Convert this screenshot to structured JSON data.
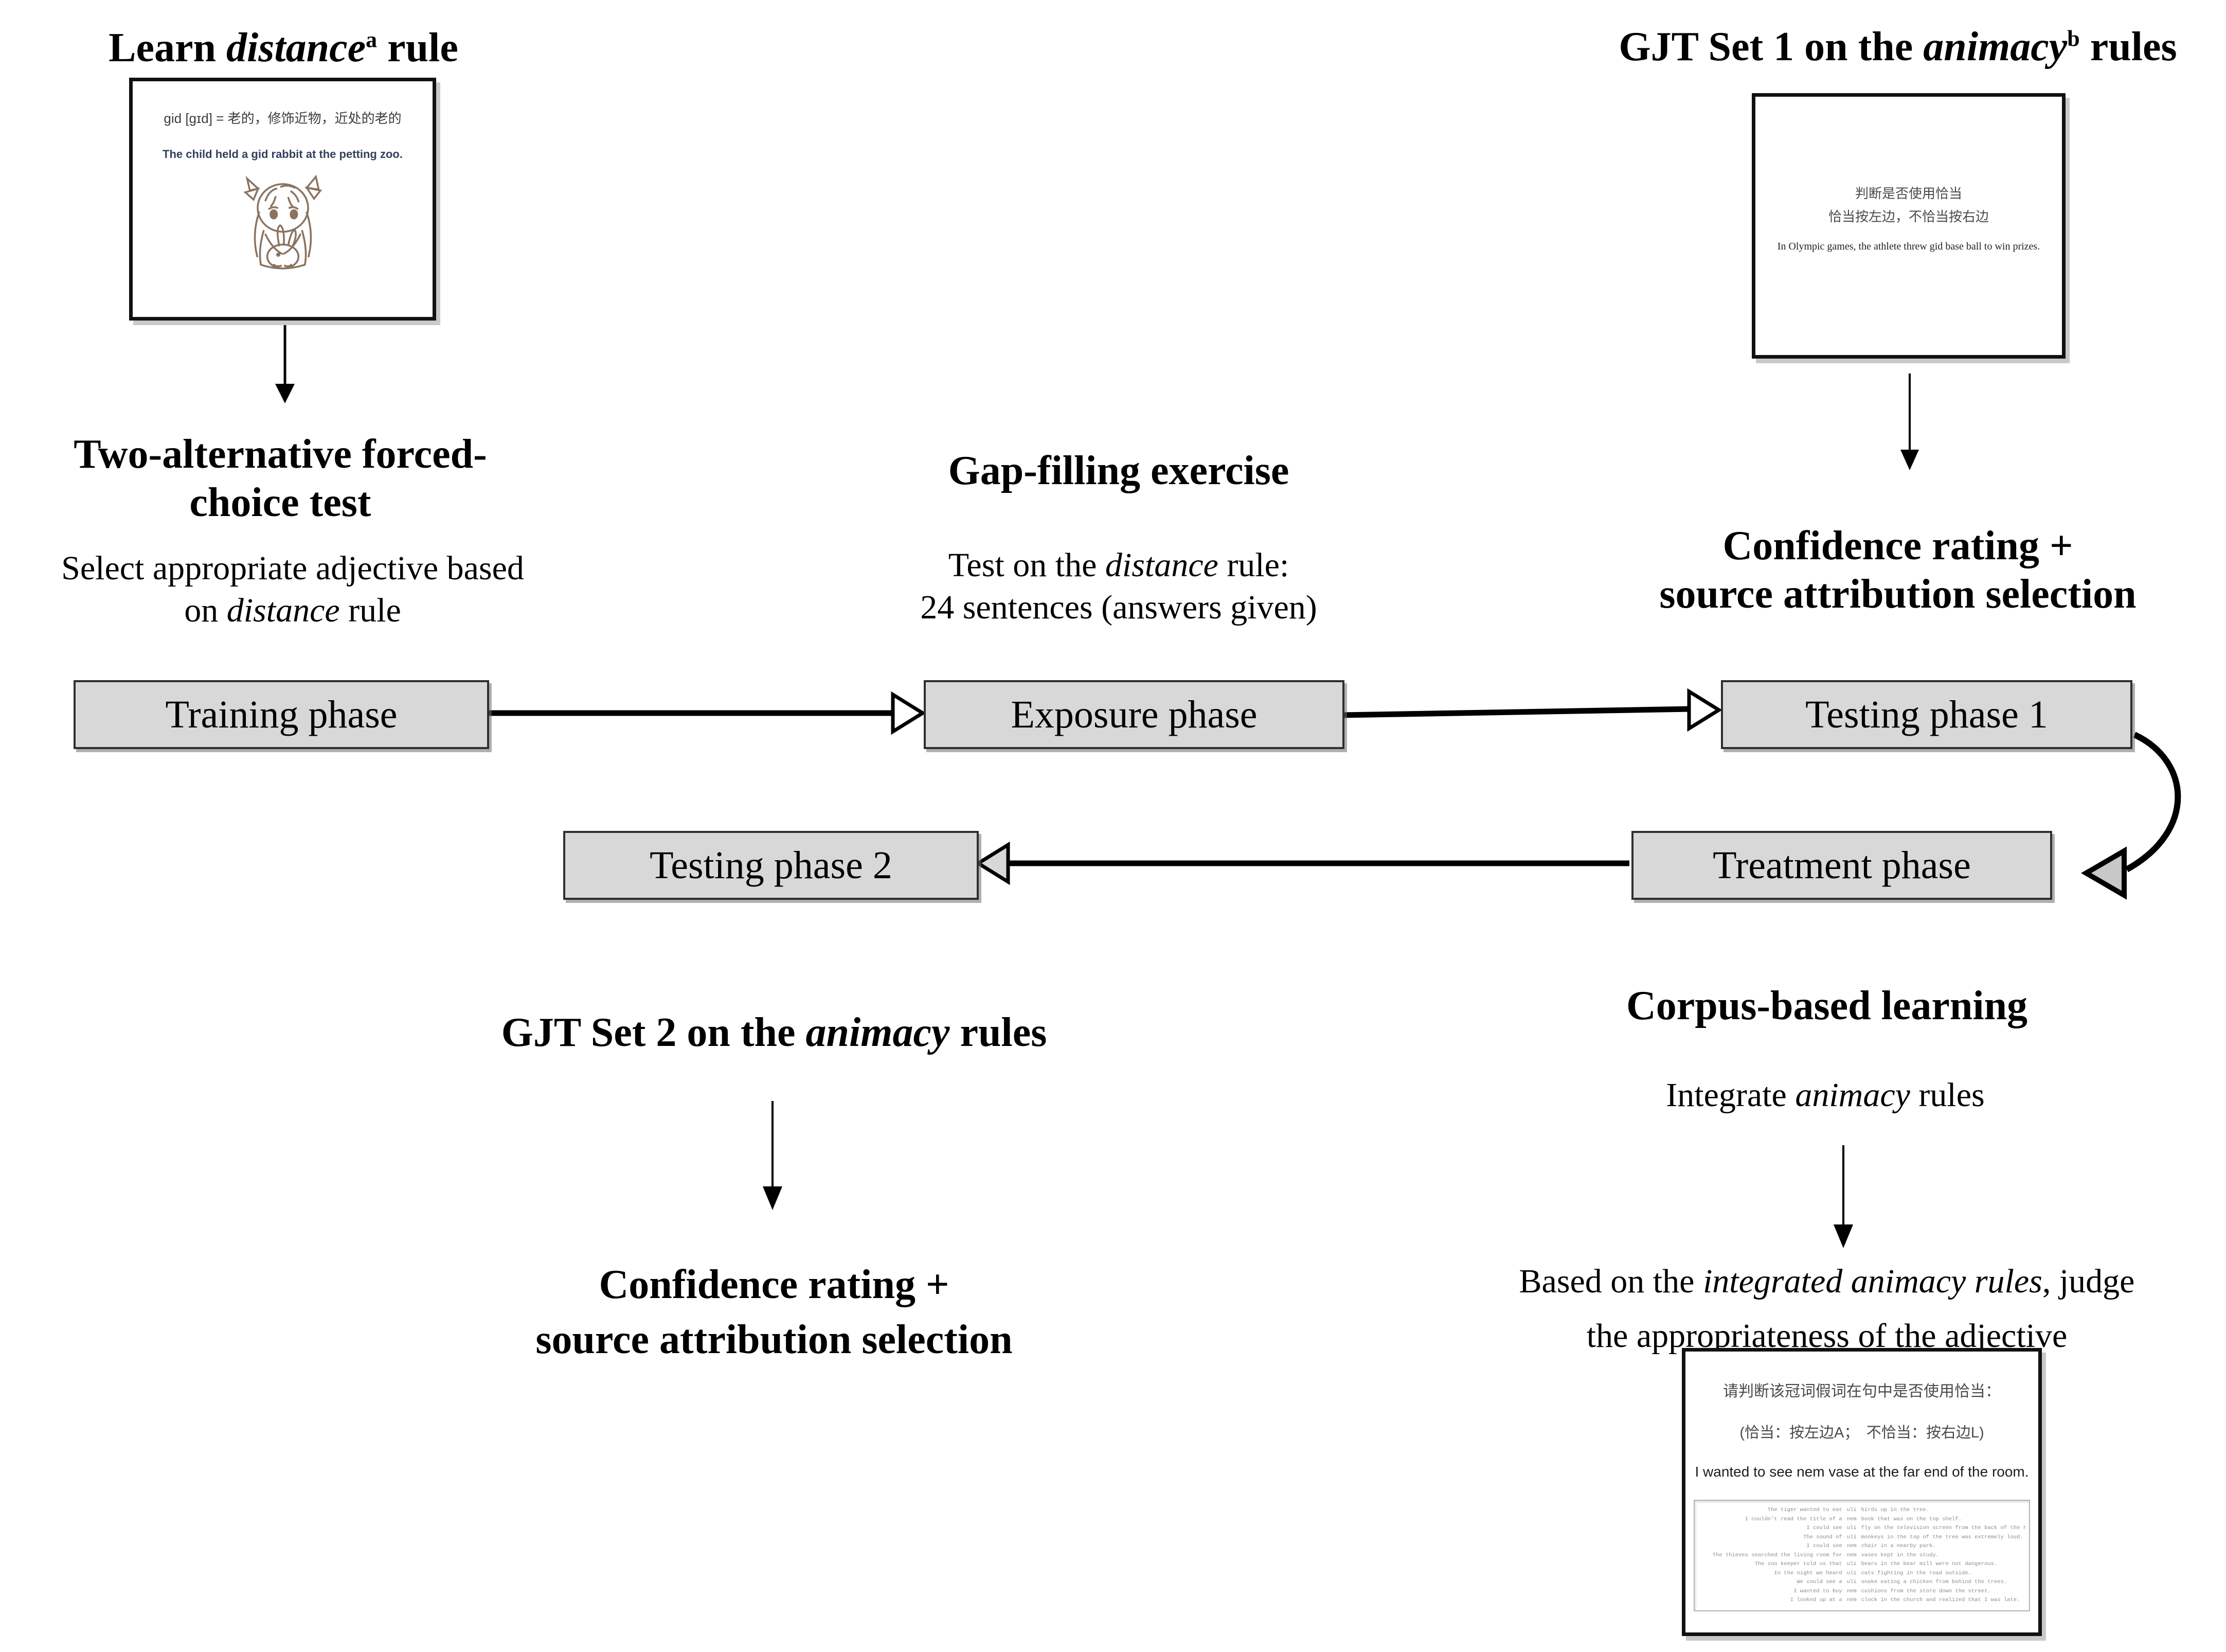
{
  "colors": {
    "phase_fill": "#d8d8d8",
    "phase_border": "#2f2f2f",
    "card_border": "#111111",
    "ink": "#000000"
  },
  "left": {
    "title": [
      {
        "t": "Learn "
      },
      {
        "t": "distance",
        "s": "i"
      },
      {
        "t": "a",
        "s": "sup"
      },
      {
        "t": " rule"
      }
    ],
    "card": {
      "definition": "gid [gɪd] = 老的，修饰近物，近处的老的",
      "example": "The child held a gid rabbit at the petting zoo."
    },
    "illustration": "girl-holding-rabbit-sketch",
    "test_name_line1": "Two-alternative forced-",
    "test_name_line2": "choice test",
    "desc_line1": [
      {
        "t": "Select appropriate adjective based"
      }
    ],
    "desc_line2": [
      {
        "t": "on "
      },
      {
        "t": "distance",
        "s": "i"
      },
      {
        "t": " rule"
      }
    ],
    "phase": "Training phase"
  },
  "middle": {
    "exercise_name": "Gap-filling exercise",
    "desc_line1": [
      {
        "t": "Test on the "
      },
      {
        "t": "distance",
        "s": "i"
      },
      {
        "t": " rule:"
      }
    ],
    "desc_line2": [
      {
        "t": "24 sentences (answers given)"
      }
    ],
    "phase": "Exposure phase"
  },
  "right": {
    "title": [
      {
        "t": "GJT Set 1 on the "
      },
      {
        "t": "animacy",
        "s": "i"
      },
      {
        "t": "b",
        "s": "sup"
      },
      {
        "t": " rules"
      }
    ],
    "card": {
      "zh_line1": "判断是否使用恰当",
      "zh_line2": "恰当按左边，不恰当按右边",
      "example": "In Olympic games, the athlete threw gid base ball to win prizes."
    },
    "outcome_line1": "Confidence rating +",
    "outcome_line2": "source attribution selection",
    "phase": "Testing phase 1"
  },
  "row2": {
    "testing2_phase": "Testing phase 2",
    "treatment_phase": "Treatment phase"
  },
  "bottom_left": {
    "title": [
      {
        "t": "GJT Set 2 on the "
      },
      {
        "t": "animacy",
        "s": "i"
      },
      {
        "t": " rules"
      }
    ],
    "outcome_line1": "Confidence rating +",
    "outcome_line2": "source attribution selection"
  },
  "bottom_right": {
    "title": "Corpus-based learning",
    "desc": [
      {
        "t": "Integrate "
      },
      {
        "t": "animacy",
        "s": "i"
      },
      {
        "t": " rules"
      }
    ],
    "judge_line1": [
      {
        "t": "Based on the "
      },
      {
        "t": "integrated animacy rules",
        "s": "i"
      },
      {
        "t": ", judge"
      }
    ],
    "judge_line2": [
      {
        "t": "the appropriateness of the adjective"
      }
    ],
    "card": {
      "zh_line1": "请判断该冠词假词在句中是否使用恰当：",
      "zh_line2": "(恰当：按左边A；　不恰当：按右边L)",
      "example": "I wanted to see nem vase at the far end of the room.",
      "items": [
        {
          "left": "The tiger wanted to eat",
          "gap": "uli",
          "right": "birds up in the tree."
        },
        {
          "left": "I couldn't read the title of a",
          "gap": "nem",
          "right": "book that was on the top shelf."
        },
        {
          "left": "I could see",
          "gap": "uli",
          "right": "fly on the television screen from the back of the room."
        },
        {
          "left": "The sound of",
          "gap": "uli",
          "right": "monkeys in the top of the tree was extremely loud."
        },
        {
          "left": "I could see",
          "gap": "nem",
          "right": "chair in a nearby park."
        },
        {
          "left": "The thieves searched the living room for",
          "gap": "nem",
          "right": "vases kept in the study."
        },
        {
          "left": "The zoo keeper told us that",
          "gap": "uli",
          "right": "bears in the bear mill were not dangerous."
        },
        {
          "left": "In the night we heard",
          "gap": "uli",
          "right": "cats fighting in the road outside."
        },
        {
          "left": "We could see a",
          "gap": "uli",
          "right": "snake eating a chicken from behind the trees."
        },
        {
          "left": "I wanted to buy",
          "gap": "nem",
          "right": "cushions from the store down the street."
        },
        {
          "left": "I looked up at a",
          "gap": "nem",
          "right": "clock in the church and realized that I was late."
        }
      ]
    }
  }
}
